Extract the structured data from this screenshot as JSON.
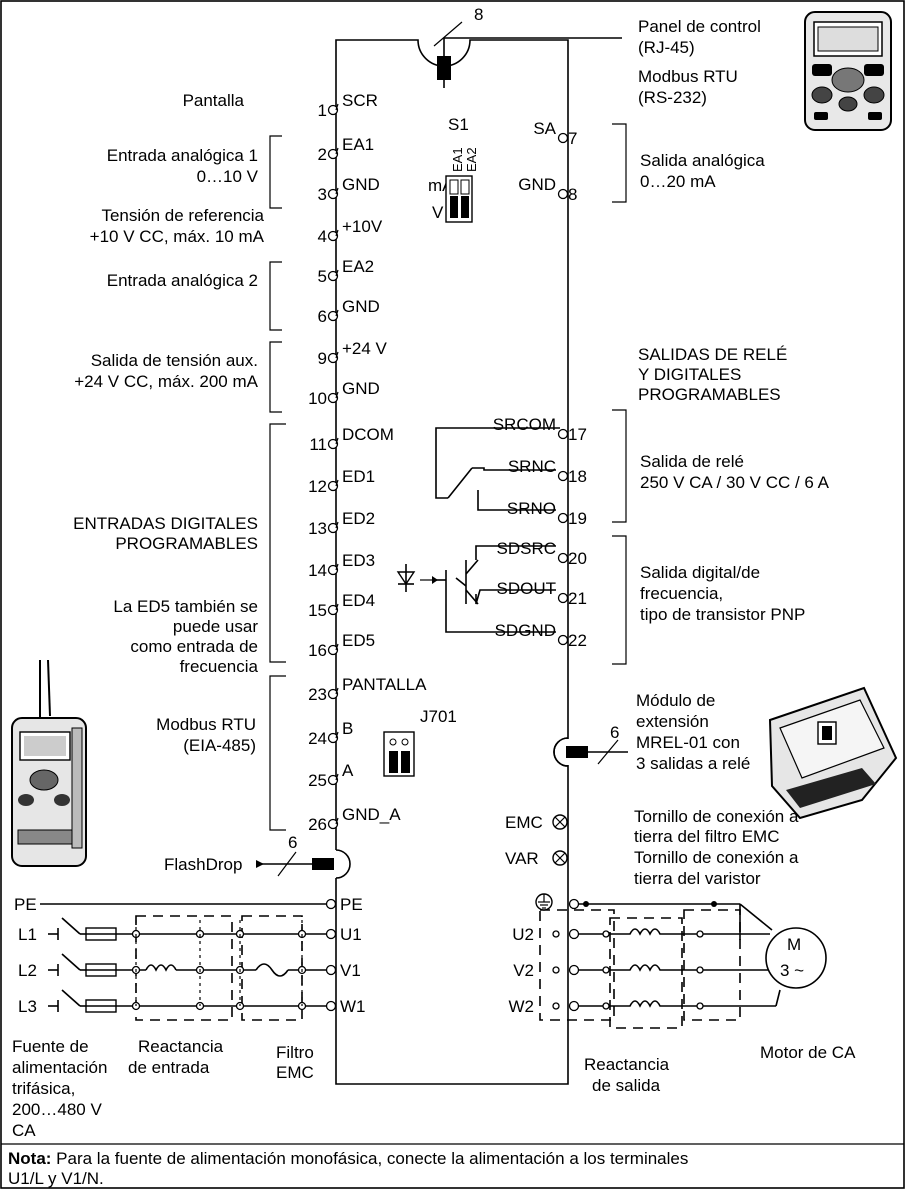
{
  "cable_counts": {
    "top": "8",
    "ext": "6",
    "flash": "6"
  },
  "left_terminals": [
    {
      "num": "1",
      "name": "SCR"
    },
    {
      "num": "2",
      "name": "EA1"
    },
    {
      "num": "3",
      "name": "GND"
    },
    {
      "num": "4",
      "name": "+10V"
    },
    {
      "num": "5",
      "name": "EA2"
    },
    {
      "num": "6",
      "name": "GND"
    },
    {
      "num": "9",
      "name": "+24 V"
    },
    {
      "num": "10",
      "name": "GND"
    },
    {
      "num": "11",
      "name": "DCOM"
    },
    {
      "num": "12",
      "name": "ED1"
    },
    {
      "num": "13",
      "name": "ED2"
    },
    {
      "num": "14",
      "name": "ED3"
    },
    {
      "num": "15",
      "name": "ED4"
    },
    {
      "num": "16",
      "name": "ED5"
    },
    {
      "num": "23",
      "name": "PANTALLA"
    },
    {
      "num": "24",
      "name": "B"
    },
    {
      "num": "25",
      "name": "A"
    },
    {
      "num": "26",
      "name": "GND_A"
    }
  ],
  "right_terminals": [
    {
      "num": "7",
      "name": "SA"
    },
    {
      "num": "8",
      "name": "GND"
    },
    {
      "num": "17",
      "name": "SRCOM"
    },
    {
      "num": "18",
      "name": "SRNC"
    },
    {
      "num": "19",
      "name": "SRNO"
    },
    {
      "num": "20",
      "name": "SDSRC"
    },
    {
      "num": "21",
      "name": "SDOUT"
    },
    {
      "num": "22",
      "name": "SDGND"
    }
  ],
  "labels": {
    "pantalla": "Pantalla",
    "ea1_1": "Entrada analógica 1",
    "ea1_2": "0…10 V",
    "ref_1": "Tensión de referencia",
    "ref_2": "+10 V CC, máx. 10 mA",
    "ea2": "Entrada analógica 2",
    "aux_1": "Salida de tensión aux.",
    "aux_2": "+24 V CC, máx. 200 mA",
    "di_1": "ENTRADAS DIGITALES",
    "di_2": "PROGRAMABLES",
    "ed5_1": "La ED5 también se",
    "ed5_2": "puede usar",
    "ed5_3": "como entrada de",
    "ed5_4": "frecuencia",
    "modbus485_1": "Modbus RTU",
    "modbus485_2": "(EIA-485)",
    "flashdrop": "FlashDrop",
    "panel_1": "Panel de control",
    "panel_2": "(RJ-45)",
    "modbus232_1": "Modbus RTU",
    "modbus232_2": "(RS-232)",
    "ao_1": "Salida analógica",
    "ao_2": "0…20 mA",
    "relay_hdr_1": "SALIDAS DE RELÉ",
    "relay_hdr_2": "Y DIGITALES",
    "relay_hdr_3": "PROGRAMABLES",
    "relay_1": "Salida de relé",
    "relay_2": "250 V CA / 30 V CC / 6 A",
    "dout_1": "Salida digital/de",
    "dout_2": "frecuencia,",
    "dout_3": "tipo de transistor PNP",
    "ext_1": "Módulo de",
    "ext_2": "extensión",
    "ext_3": "MREL-01 con",
    "ext_4": "3 salidas a relé",
    "emc_term": "EMC",
    "var_term": "VAR",
    "emc_1": "Tornillo de conexión a",
    "emc_2": "tierra del filtro EMC",
    "var_1": "Tornillo de conexión a",
    "var_2": "tierra del varistor",
    "s1": "S1",
    "s1_ea1": "EA1",
    "s1_ea2": "EA2",
    "s1_ma": "mA",
    "s1_v": "V",
    "j701": "J701",
    "pe_left": "PE",
    "pe_term": "PE",
    "l1": "L1",
    "l2": "L2",
    "l3": "L3",
    "u1": "U1",
    "v1": "V1",
    "w1": "W1",
    "u2": "U2",
    "v2": "V2",
    "w2": "W2",
    "motor_m": "M",
    "motor_3": "3 ~",
    "supply_1": "Fuente de",
    "supply_2": "alimentación",
    "supply_3": "trifásica,",
    "supply_4": "200…480 V",
    "supply_5": "CA",
    "in_reactor_1": "Reactancia",
    "in_reactor_2": "de entrada",
    "filter_1": "Filtro",
    "filter_2": "EMC",
    "out_reactor_1": "Reactancia",
    "out_reactor_2": "de salida",
    "motor_ac": "Motor de CA",
    "note_bold": "Nota:",
    "note_1": " Para la fuente de alimentación monofásica, conecte la alimentación a los terminales",
    "note_2": "U1/L y V1/N."
  }
}
